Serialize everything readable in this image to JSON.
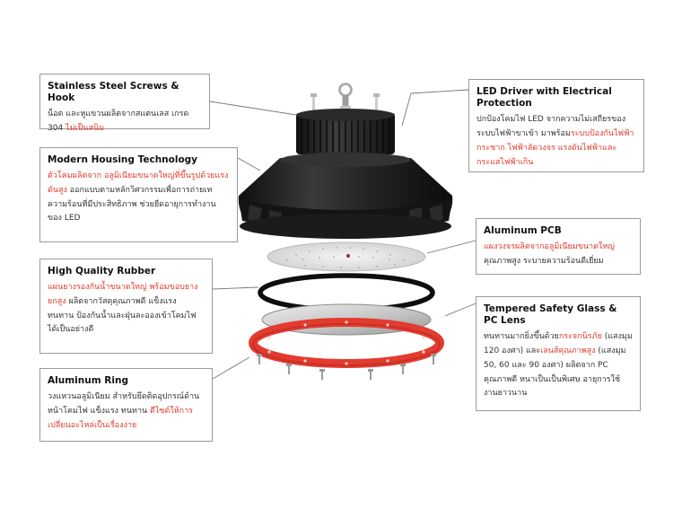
{
  "colors": {
    "highlight": "#e0392b",
    "housing": "#1f1f1f",
    "ring": "#e33b2f",
    "box_border": "#9a9a9a"
  },
  "callouts": {
    "screws_hook": {
      "title": "Stainless Steel Screws & Hook",
      "desc": [
        {
          "t": "น็อต และหูแขวนผลิตจากสแตนเลส เกรด 304 "
        },
        {
          "t": "ไม่เป็นสนิม",
          "hl": true
        }
      ]
    },
    "housing": {
      "title": "Modern Housing Technology",
      "desc": [
        {
          "t": "ตัวโคมผลิตจาก อลูมิเนียมขนาดใหญ่ที่ขึ้นรูปด้วยแรงดันสูง",
          "hl": true
        },
        {
          "t": " ออกแบบตามหลักวิศวกรรมเพื่อการถ่ายเทความร้อนที่มีประสิทธิภาพ ช่วยยืดอายุการทำงานของ LED"
        }
      ]
    },
    "rubber": {
      "title": "High Quality Rubber",
      "desc": [
        {
          "t": "แผ่นยางรองกันน้ำขนาดใหญ่ พร้อมขอบยางยกสูง",
          "hl": true
        },
        {
          "t": " ผลิตจากวัสดุคุณภาพดี แข็งแรง ทนทาน ป้องกันน้ำและฝุ่นละอองเข้าโคมไฟได้เป็นอย่างดี"
        }
      ]
    },
    "ring": {
      "title": "Aluminum Ring",
      "desc": [
        {
          "t": "วงแหวนอลูมิเนียม สำหรับยึดติดอุปกรณ์ด้านหน้าโคมไฟ แข็งแรง ทนทาน "
        },
        {
          "t": "ดีไซด์ให้การเปลี่ยนอะไหล่เป็นเรื่องง่าย",
          "hl": true
        }
      ]
    },
    "driver": {
      "title": "LED Driver with Electrical Protection",
      "desc": [
        {
          "t": "ปกป้องโคมไฟ LED จากความไม่เสถียรของระบบไฟฟ้าขาเข้า มาพร้อม"
        },
        {
          "t": "ระบบป้องกันไฟฟ้ากระชาก ไฟฟ้าลัดวงจร แรงดันไฟฟ้าและกระแสไฟฟ้าเกิน",
          "hl": true
        }
      ]
    },
    "pcb": {
      "title": "Aluminum PCB",
      "desc": [
        {
          "t": "แผงวงจรผลิตจากอลูมิเนียมขนาดใหญ่",
          "hl": true
        },
        {
          "t": " คุณภาพสูง ระบายความร้อนดีเยี่ยม"
        }
      ]
    },
    "glass": {
      "title": "Tempered Safety Glass & PC Lens",
      "desc": [
        {
          "t": "ทนทานมากยิ่งขึ้นด้วย"
        },
        {
          "t": "กระจกนิรภัย",
          "hl": true
        },
        {
          "t": " (แสงมุม 120 องศา) และ"
        },
        {
          "t": "เลนส์คุณภาพสูง",
          "hl": true
        },
        {
          "t": " (แสงมุม 50, 60 และ 90 องศา) ผลิตจาก PC คุณภาพดี หนาเป็นเป็นพิเศษ อายุการใช้งานยาวนาน"
        }
      ]
    }
  }
}
